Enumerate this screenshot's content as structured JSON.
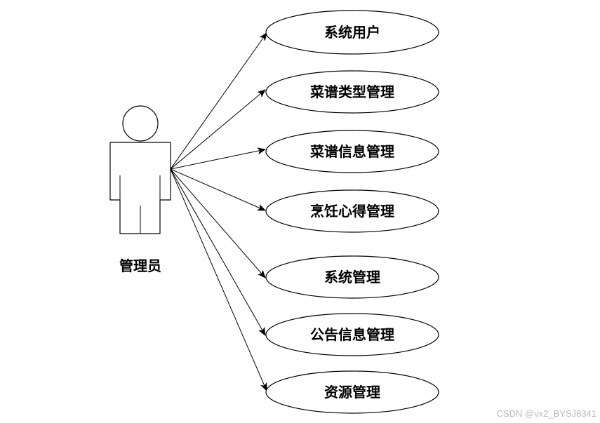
{
  "actor": {
    "label": "管理员",
    "icon": "person-icon"
  },
  "use_cases": [
    {
      "label": "系统用户"
    },
    {
      "label": "菜谱类型管理"
    },
    {
      "label": "菜谱信息管理"
    },
    {
      "label": "烹饪心得管理"
    },
    {
      "label": "系统管理"
    },
    {
      "label": "公告信息管理"
    },
    {
      "label": "资源管理"
    }
  ],
  "watermark": "CSDN @vx2_BYSJ8341"
}
